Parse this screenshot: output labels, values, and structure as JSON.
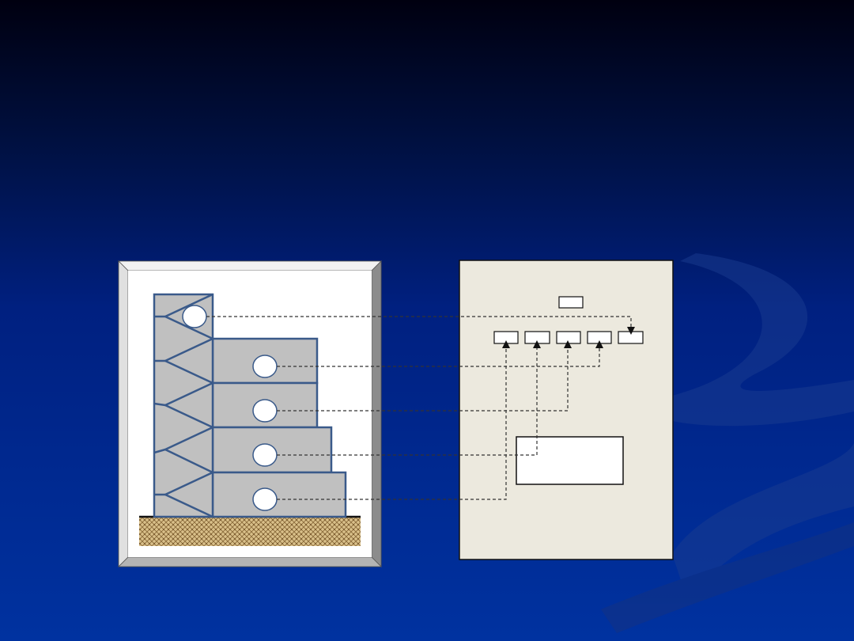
{
  "slide": {
    "title": ""
  },
  "diagram": {
    "building_panel": {
      "floors": 5,
      "sensors": 5,
      "ground": "sand-hatched-ground"
    },
    "control_panel": {
      "top_box_label": "",
      "channel_boxes": [
        "",
        "",
        "",
        "",
        ""
      ],
      "processor_label": ""
    },
    "connections": [
      {
        "from": "sensor-1",
        "to": "channel-5",
        "direction": "to-channel"
      },
      {
        "from": "sensor-2",
        "to": "channel-4",
        "direction": "to-channel"
      },
      {
        "from": "sensor-3",
        "to": "channel-3",
        "direction": "to-channel"
      },
      {
        "from": "sensor-4",
        "to": "channel-2",
        "direction": "to-channel"
      },
      {
        "from": "sensor-5",
        "to": "channel-1",
        "direction": "to-channel"
      }
    ],
    "colors": {
      "frame_line": "#3a5a8a",
      "floor_fill": "#c0c0c0",
      "panel_bg": "#ece9de",
      "dashed_line": "#333333"
    }
  }
}
